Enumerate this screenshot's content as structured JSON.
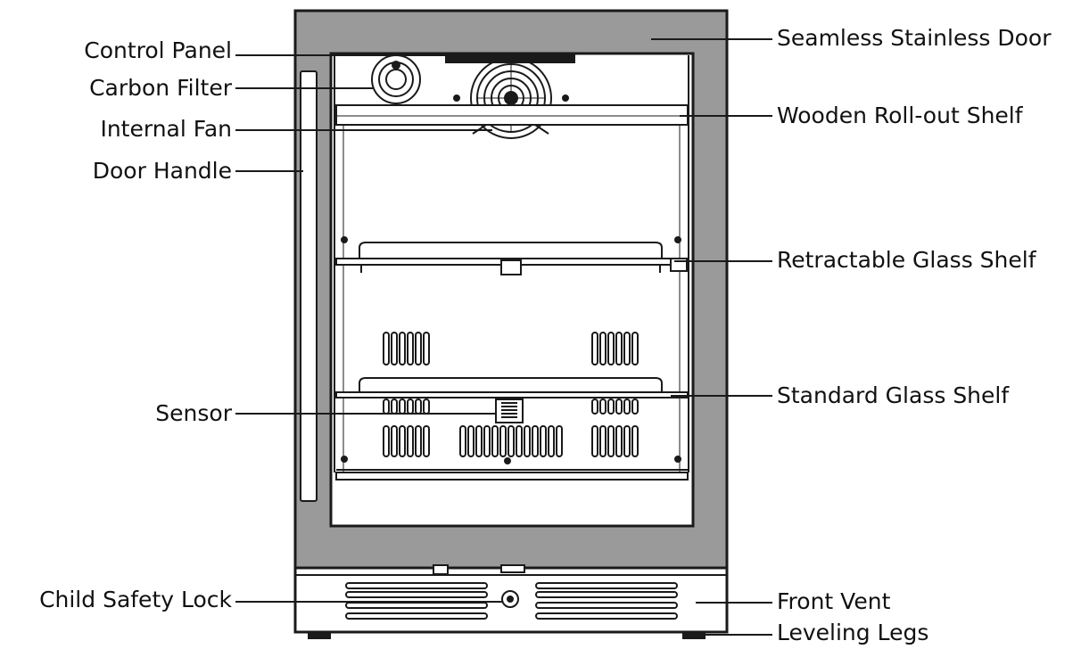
{
  "diagram": {
    "labels_left": {
      "control_panel": "Control Panel",
      "carbon_filter": "Carbon Filter",
      "internal_fan": "Internal Fan",
      "door_handle": "Door Handle",
      "sensor": "Sensor",
      "child_safety_lock": "Child Safety Lock"
    },
    "labels_right": {
      "seamless_stainless_door": "Seamless Stainless Door",
      "wooden_rollout_shelf": "Wooden Roll-out Shelf",
      "retractable_glass_shelf": "Retractable Glass Shelf",
      "standard_glass_shelf": "Standard Glass Shelf",
      "front_vent": "Front Vent",
      "leveling_legs": "Leveling Legs"
    },
    "colors": {
      "door_frame": "#9a9a9a",
      "outline": "#1a1a1a",
      "background": "#ffffff"
    }
  }
}
